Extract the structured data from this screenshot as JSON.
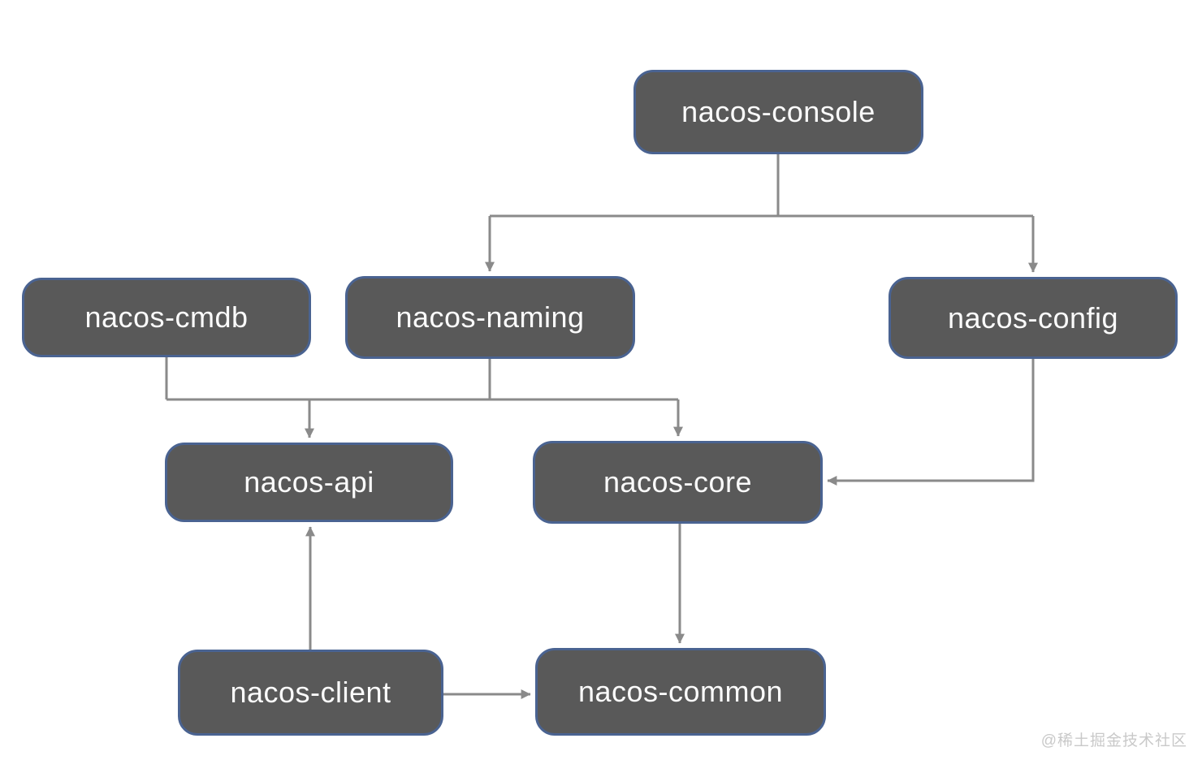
{
  "nodes": [
    {
      "id": "nacos-console",
      "label": "nacos-console"
    },
    {
      "id": "nacos-cmdb",
      "label": "nacos-cmdb"
    },
    {
      "id": "nacos-naming",
      "label": "nacos-naming"
    },
    {
      "id": "nacos-config",
      "label": "nacos-config"
    },
    {
      "id": "nacos-api",
      "label": "nacos-api"
    },
    {
      "id": "nacos-core",
      "label": "nacos-core"
    },
    {
      "id": "nacos-client",
      "label": "nacos-client"
    },
    {
      "id": "nacos-common",
      "label": "nacos-common"
    }
  ],
  "edges": [
    {
      "from": "nacos-console",
      "to": "nacos-naming"
    },
    {
      "from": "nacos-console",
      "to": "nacos-config"
    },
    {
      "from": "nacos-cmdb",
      "to": "nacos-api"
    },
    {
      "from": "nacos-cmdb",
      "to": "nacos-core"
    },
    {
      "from": "nacos-naming",
      "to": "nacos-api"
    },
    {
      "from": "nacos-naming",
      "to": "nacos-core"
    },
    {
      "from": "nacos-config",
      "to": "nacos-core"
    },
    {
      "from": "nacos-client",
      "to": "nacos-api"
    },
    {
      "from": "nacos-core",
      "to": "nacos-common"
    },
    {
      "from": "nacos-client",
      "to": "nacos-common"
    }
  ],
  "watermark": "@稀土掘金技术社区",
  "colors": {
    "node_fill": "#595959",
    "node_border": "#4a6391",
    "node_text": "#fbfbfb",
    "connector": "#8a8a8a",
    "background": "#ffffff",
    "watermark": "#c9c9c9"
  }
}
